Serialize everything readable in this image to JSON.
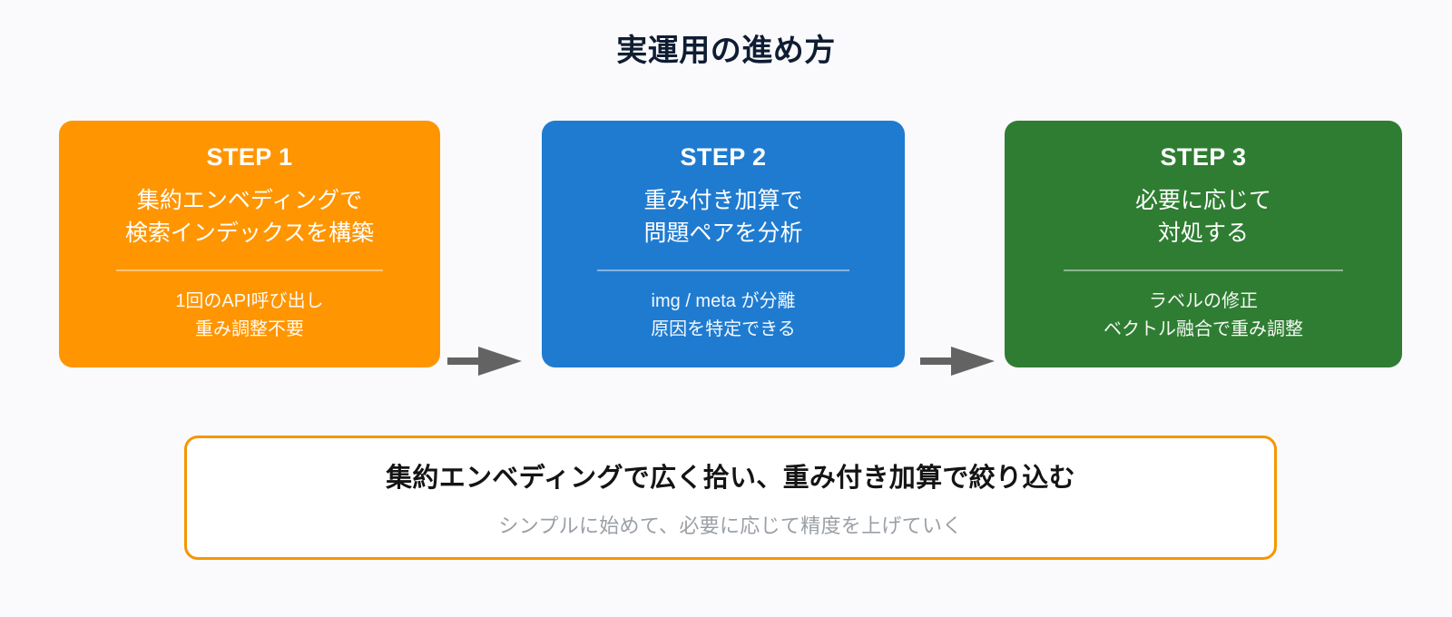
{
  "page": {
    "title": "実運用の進め方",
    "background_color": "#fafafc"
  },
  "flow": {
    "arrow_icon_name": "right-arrow-icon",
    "arrow_color": "#636363",
    "steps": [
      {
        "id": "step-1",
        "label": "STEP 1",
        "headline_line1": "集約エンベディングで",
        "headline_line2": "検索インデックスを構築",
        "note_line1": "1回のAPI呼び出し",
        "note_line2": "重み調整不要",
        "color": "#ff9500"
      },
      {
        "id": "step-2",
        "label": "STEP 2",
        "headline_line1": "重み付き加算で",
        "headline_line2": "問題ペアを分析",
        "note_line1": "img / meta が分離",
        "note_line2": "原因を特定できる",
        "color": "#1f7bd0"
      },
      {
        "id": "step-3",
        "label": "STEP 3",
        "headline_line1": "必要に応じて",
        "headline_line2": "対処する",
        "note_line1": "ラベルの修正",
        "note_line2": "ベクトル融合で重み調整",
        "color": "#2f7d32"
      }
    ]
  },
  "summary": {
    "title": "集約エンベディングで広く拾い、重み付き加算で絞り込む",
    "subtitle": "シンプルに始めて、必要に応じて精度を上げていく",
    "border_color": "#f59600"
  }
}
